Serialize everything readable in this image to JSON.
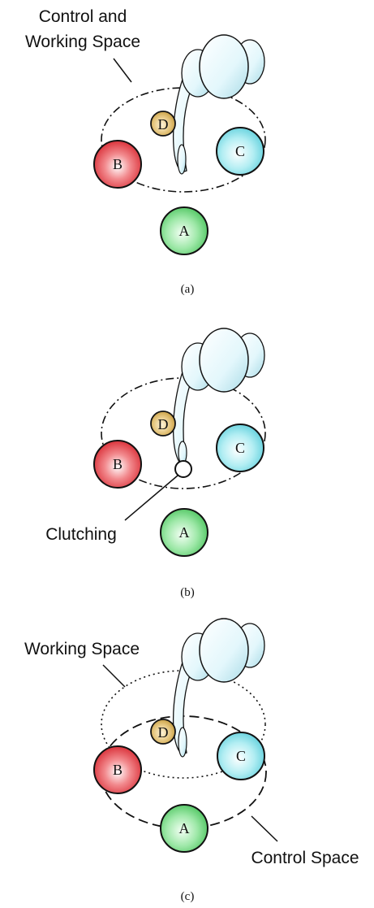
{
  "colors": {
    "node_a": "#7fd98b",
    "node_b": "#e8484f",
    "node_c": "#8fe0ea",
    "node_d": "#d7b25e",
    "body": "#dff5fb",
    "outline": "#111111"
  },
  "panel_a": {
    "label": "Control and\nWorking Space",
    "label_line1": "Control and",
    "label_line2": "Working Space",
    "node_a": "A",
    "node_b": "B",
    "node_c": "C",
    "node_d": "D",
    "caption": "(a)"
  },
  "panel_b": {
    "label": "Clutching",
    "node_a": "A",
    "node_b": "B",
    "node_c": "C",
    "node_d": "D",
    "caption": "(b)"
  },
  "panel_c": {
    "label_working": "Working Space",
    "label_control": "Control Space",
    "node_a": "A",
    "node_b": "B",
    "node_c": "C",
    "node_d": "D",
    "caption": "(c)"
  }
}
